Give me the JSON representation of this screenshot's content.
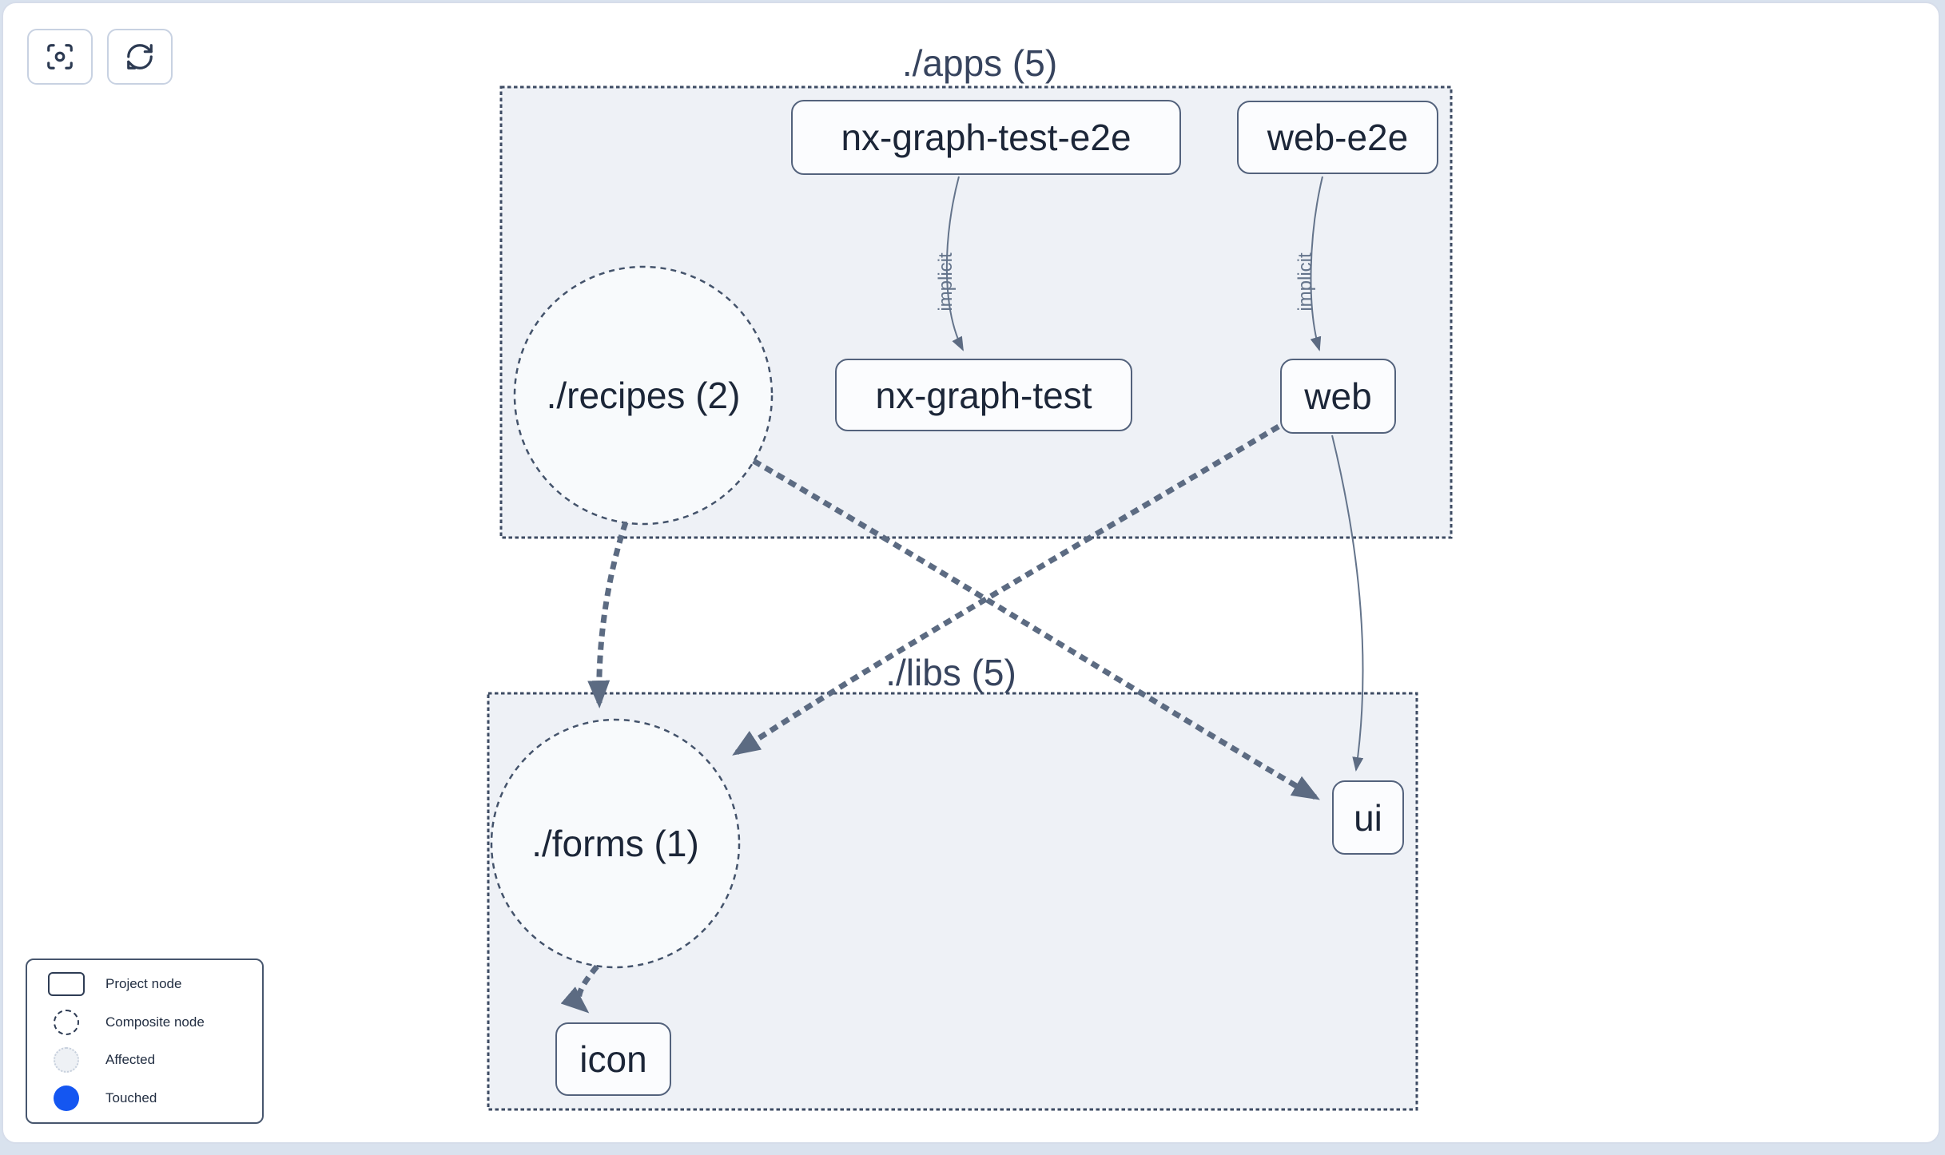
{
  "toolbar": {
    "buttons": [
      {
        "icon": "focus-icon"
      },
      {
        "icon": "refresh-icon"
      }
    ]
  },
  "graph": {
    "groups": [
      {
        "id": "apps",
        "label": "./apps (5)"
      },
      {
        "id": "libs",
        "label": "./libs (5)"
      }
    ],
    "composite_nodes": [
      {
        "id": "recipes",
        "label": "./recipes (2)",
        "group": "apps"
      },
      {
        "id": "forms",
        "label": "./forms (1)",
        "group": "libs"
      }
    ],
    "project_nodes": [
      {
        "id": "nx-graph-test-e2e",
        "label": "nx-graph-test-e2e",
        "group": "apps"
      },
      {
        "id": "web-e2e",
        "label": "web-e2e",
        "group": "apps"
      },
      {
        "id": "nx-graph-test",
        "label": "nx-graph-test",
        "group": "apps"
      },
      {
        "id": "web",
        "label": "web",
        "group": "apps"
      },
      {
        "id": "ui",
        "label": "ui",
        "group": "libs"
      },
      {
        "id": "icon",
        "label": "icon",
        "group": "libs"
      }
    ],
    "edges": [
      {
        "from": "nx-graph-test-e2e",
        "to": "nx-graph-test",
        "label": "implicit",
        "style": "implicit-thin"
      },
      {
        "from": "web-e2e",
        "to": "web",
        "label": "implicit",
        "style": "implicit-thin"
      },
      {
        "from": "./recipes (2)",
        "to": "./forms (1)",
        "label": "",
        "style": "thick-dashed"
      },
      {
        "from": "./recipes (2)",
        "to": "ui",
        "label": "",
        "style": "thick-dashed"
      },
      {
        "from": "web",
        "to": "./forms (1)",
        "label": "",
        "style": "thick-dashed"
      },
      {
        "from": "web",
        "to": "ui",
        "label": "",
        "style": "thin-solid"
      },
      {
        "from": "./forms (1)",
        "to": "icon",
        "label": "",
        "style": "thick-dashed"
      }
    ]
  },
  "legend": {
    "items": [
      {
        "icon": "project-node-swatch",
        "label": "Project node"
      },
      {
        "icon": "composite-node-swatch",
        "label": "Composite node"
      },
      {
        "icon": "affected-swatch",
        "label": "Affected"
      },
      {
        "icon": "touched-swatch",
        "label": "Touched"
      }
    ]
  },
  "colors": {
    "touched_blue": "#1456f1",
    "edge_slate": "#5c6b82",
    "group_fill": "#eef1f6",
    "node_border": "#53627c",
    "dark_text": "#1c2638",
    "page_strip": "#d9e2ee"
  }
}
